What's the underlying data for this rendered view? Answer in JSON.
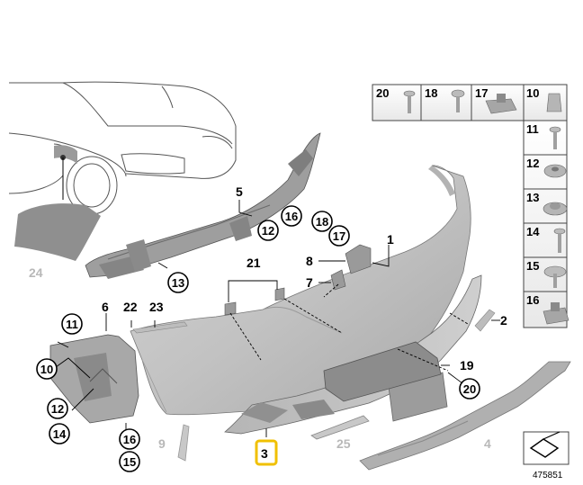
{
  "diagram": {
    "reference_number": "475851",
    "callouts": {
      "c1": "1",
      "c2": "2",
      "c3": "3",
      "c4": "4",
      "c5": "5",
      "c6": "6",
      "c7": "7",
      "c8": "8",
      "c9": "9",
      "c10": "10",
      "c11": "11",
      "c12": "12",
      "c13": "13",
      "c14": "14",
      "c15": "15",
      "c16": "16",
      "c17": "17",
      "c18": "18",
      "c19": "19",
      "c20": "20",
      "c21": "21",
      "c22": "22",
      "c23": "23",
      "c24": "24",
      "c25": "25"
    },
    "legend_top": [
      "20",
      "18",
      "17",
      "10"
    ],
    "legend_side": [
      "11",
      "12",
      "13",
      "14",
      "15",
      "16"
    ],
    "highlighted_part": "3"
  }
}
